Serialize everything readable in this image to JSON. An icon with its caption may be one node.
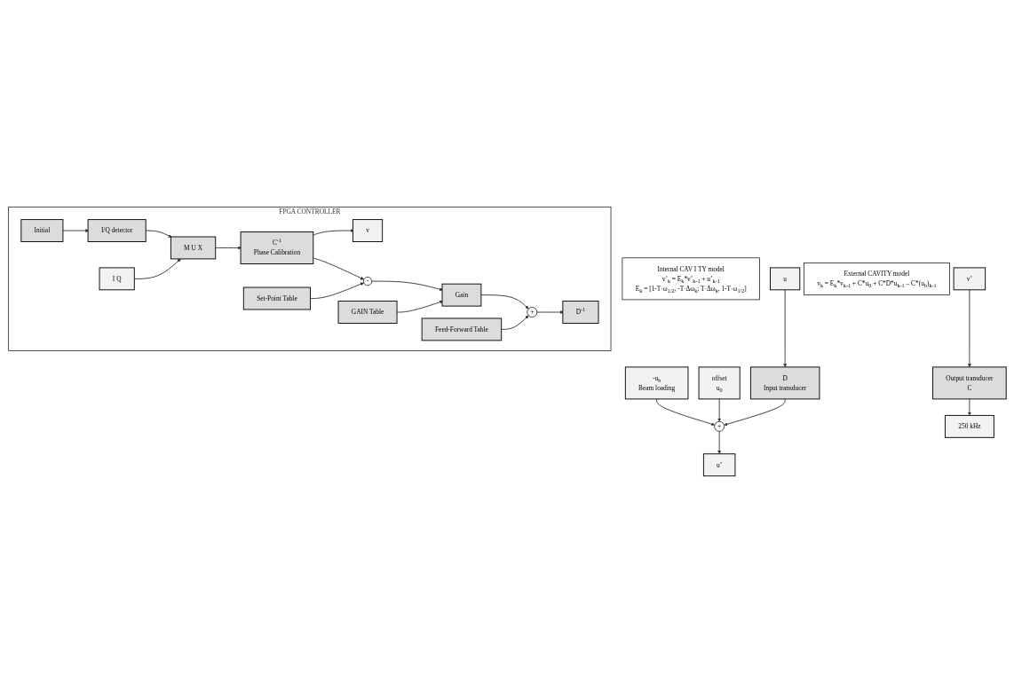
{
  "diagram": {
    "nodes": [
      {
        "text": [
          "-u$_{b}$",
          "Beam loading"
        ]
      },
      {
        "text": [
          "offset",
          "u$_{0}$"
        ]
      },
      {
        "text": [
          "+"
        ]
      },
      {
        "text": [
          "u’"
        ]
      },
      {
        "text": [
          "Internal CAV I TY model",
          "v’$_{k}$ = E$_{k}$*v’$_{k-1}$ + u’$_{k-1}$",
          "E$_{k}$ = [1-T·ω$_{1/2}$, -T·Δω$_{k}$; T·Δω$_{k}$, 1-T·ω$_{1/2}$]"
        ]
      },
      {
        "text": [
          "v’"
        ]
      },
      {
        "text": [
          "Output transducer",
          "C"
        ]
      },
      {
        "text": [
          "D",
          "Input transducer"
        ]
      },
      {
        "text": [
          "External CAVITY model",
          "v$_{k}$ = E$_{k}$*v$_{k-1}$ + C*u$_{0}$ + C*D*u$_{k-1}$ – C*(u$_{b}$)$_{k-1}$"
        ]
      },
      {
        "text": [
          "u"
        ]
      },
      {
        "text": [
          "250 kHz"
        ]
      },
      {
        "text": [
          "FPGA CONTROLLER"
        ]
      },
      {
        "text": [
          "D$^{-1}$"
        ],
        "in": 11
      },
      {
        "text": [
          "v"
        ],
        "in": 11
      },
      {
        "text": [
          "Initial"
        ],
        "in": 11
      },
      {
        "text": [
          "+"
        ],
        "in": 11
      },
      {
        "text": [
          "Gain"
        ],
        "in": 11
      },
      {
        "text": [
          "-"
        ],
        "in": 11
      },
      {
        "text": [
          "C$^{-1}$",
          "Phase Calibration"
        ],
        "in": 11
      },
      {
        "text": [
          "M U X"
        ],
        "in": 11
      },
      {
        "text": [
          "I/Q detector"
        ],
        "in": 11
      },
      {
        "text": [
          "I Q"
        ],
        "in": 11
      },
      {
        "text": [
          "Feed-Forward Table"
        ],
        "in": 11
      },
      {
        "text": [
          "GAIN Table"
        ],
        "in": 11
      },
      {
        "text": [
          "Set-Point Table"
        ],
        "in": 11
      }
    ],
    "edges": [
      {
        "from": 0,
        "to": 2,
        "arrow": "to"
      },
      {
        "from": 1,
        "to": 2,
        "arrow": "to"
      },
      {
        "from": 7,
        "to": 2,
        "arrow": "to"
      },
      {
        "from": 2,
        "to": 3,
        "arrow": "to"
      },
      {
        "from": 5,
        "to": 6,
        "arrow": "to"
      },
      {
        "from": 6,
        "to": 10,
        "arrow": "to"
      },
      {
        "from": 9,
        "to": 7,
        "arrow": "to"
      },
      {
        "from": 14,
        "to": 20,
        "arrow": "to"
      },
      {
        "from": 20,
        "to": 19,
        "arrow": "to"
      },
      {
        "from": 21,
        "to": 19,
        "arrow": "to"
      },
      {
        "from": 19,
        "to": 18,
        "arrow": "to"
      },
      {
        "from": 18,
        "to": 17,
        "arrow": "to"
      },
      {
        "from": 18,
        "to": 13,
        "arrow": "to"
      },
      {
        "from": 17,
        "to": 16,
        "arrow": "to"
      },
      {
        "from": 16,
        "to": 15,
        "arrow": "to"
      },
      {
        "from": 15,
        "to": 12,
        "arrow": "to"
      },
      {
        "from": 22,
        "to": 15,
        "arrow": "to"
      },
      {
        "from": 23,
        "to": 16,
        "arrow": "to"
      },
      {
        "from": 24,
        "to": 17,
        "arrow": "to"
      }
    ]
  }
}
